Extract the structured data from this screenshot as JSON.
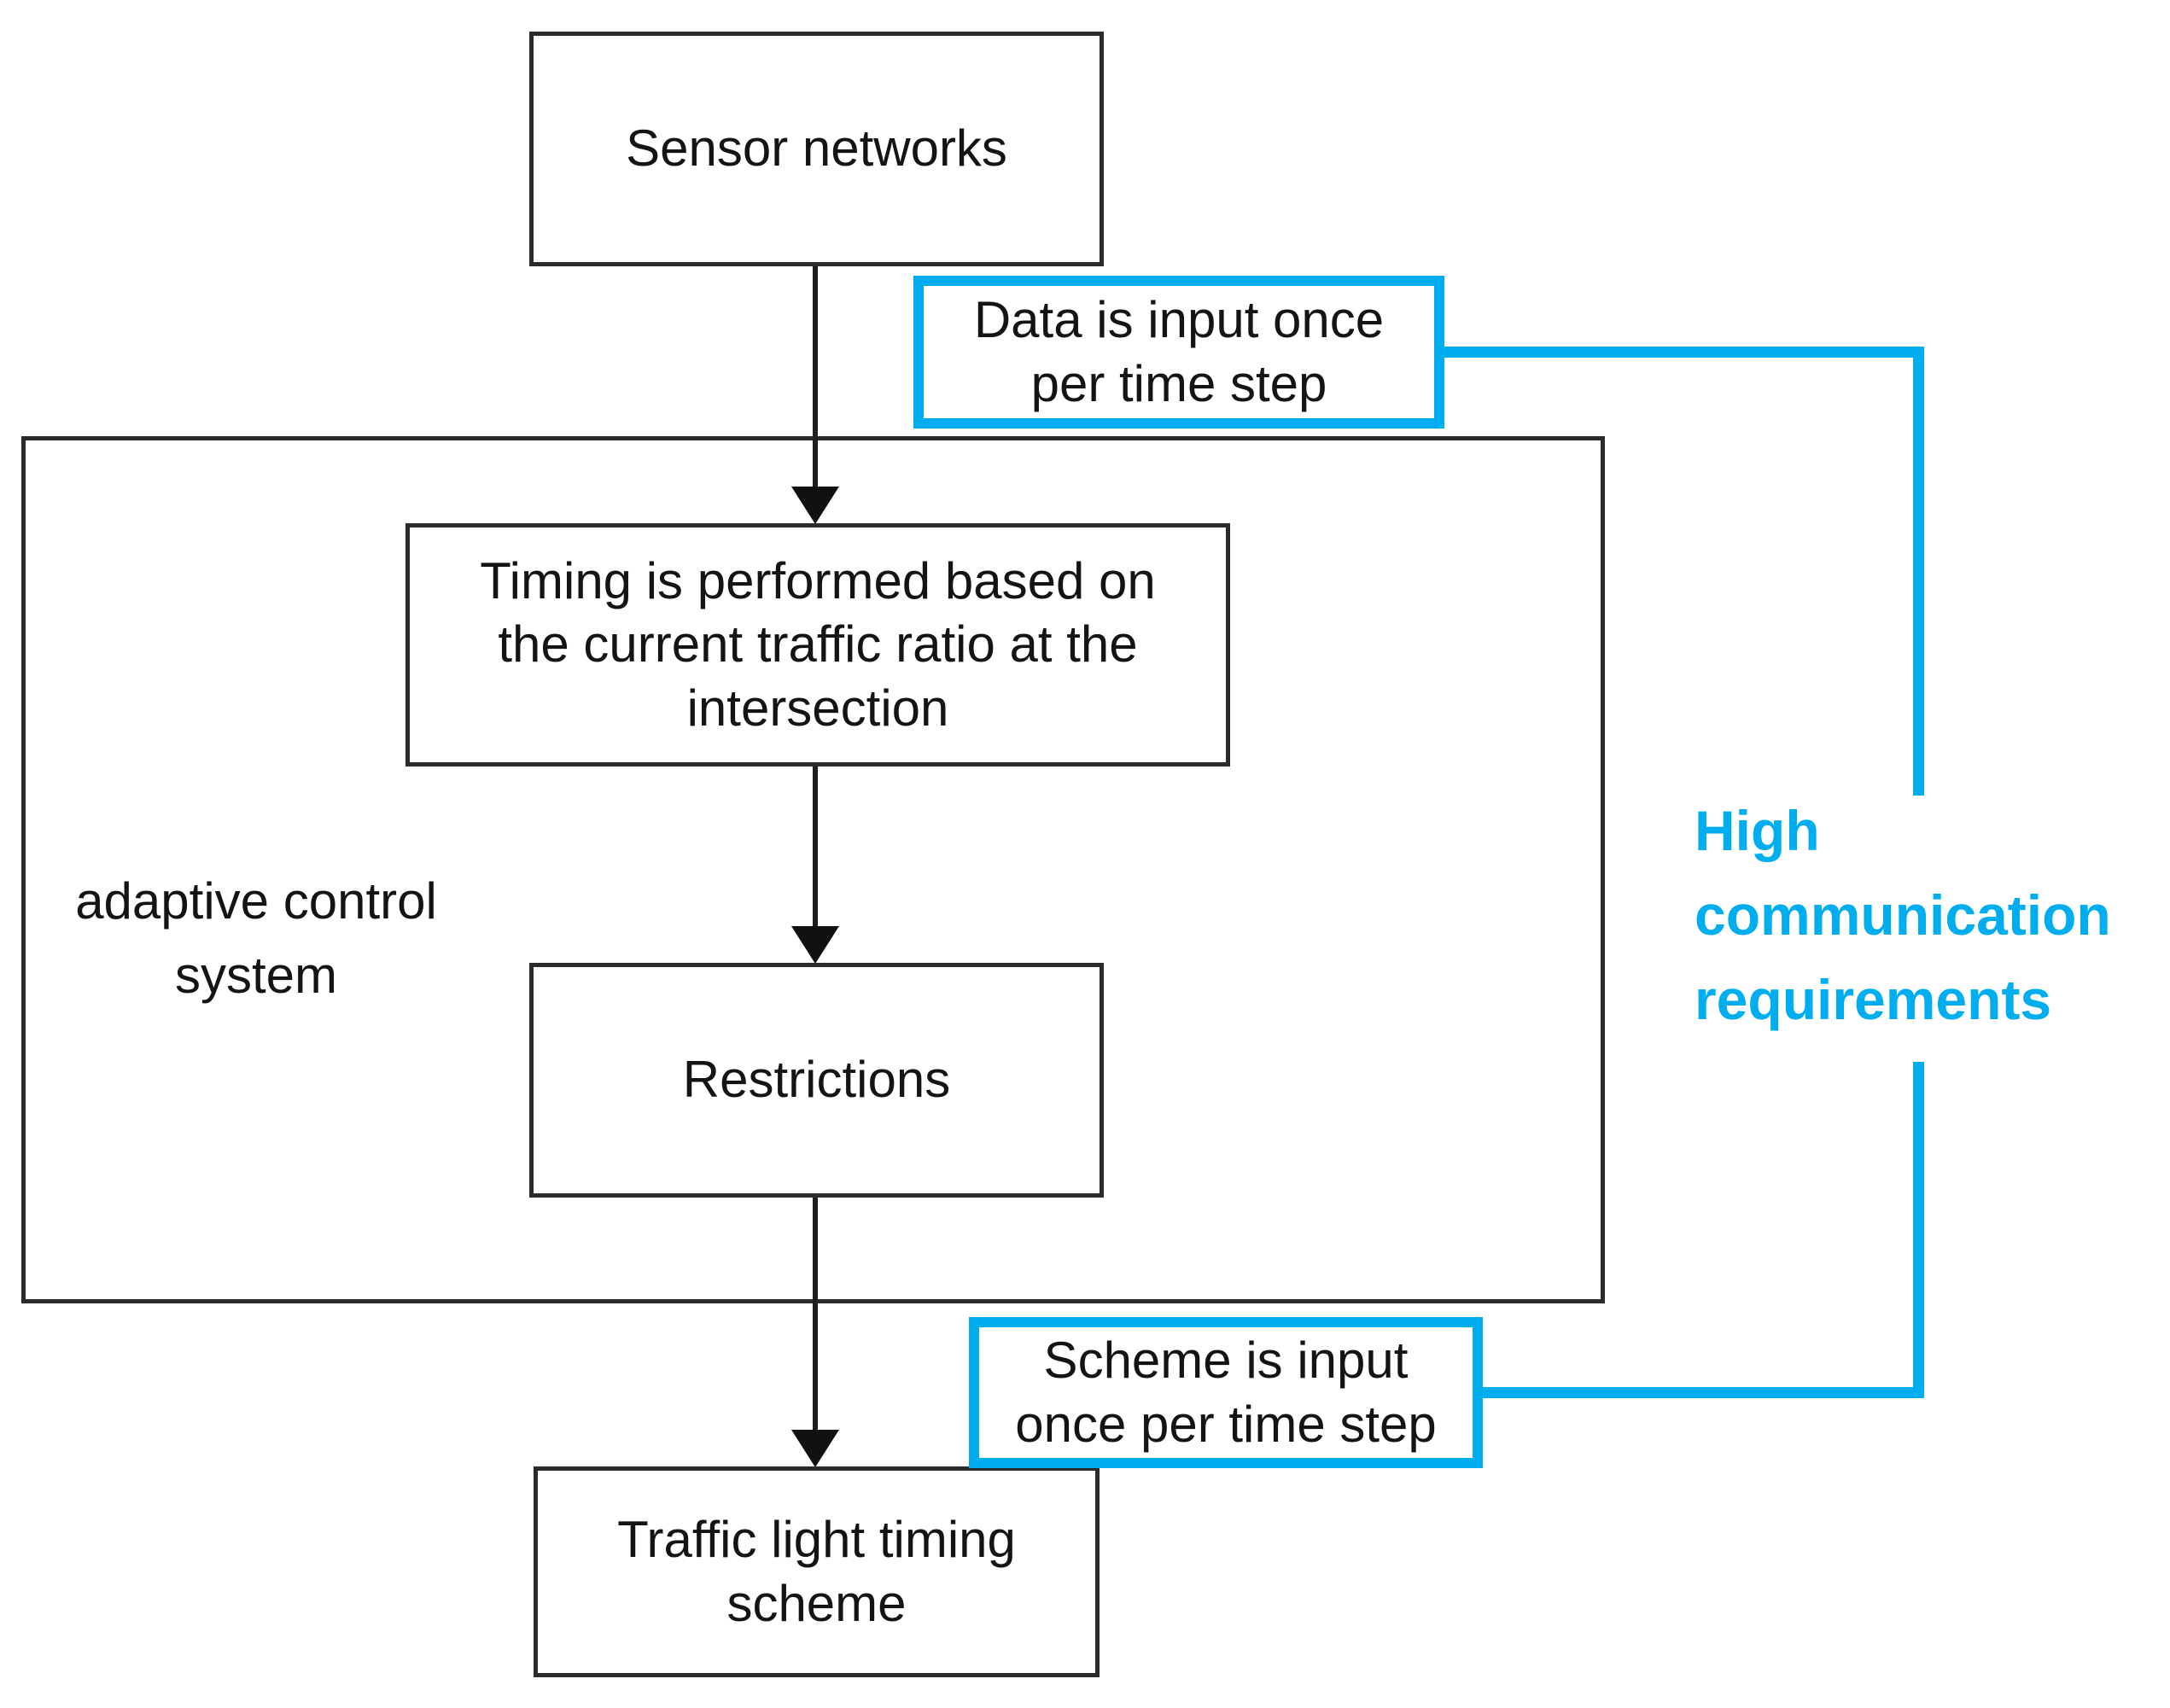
{
  "colors": {
    "accent_cyan": "#00AEEF",
    "line_black": "#2B2B2B",
    "text_black": "#141414"
  },
  "nodes": {
    "sensor": {
      "label": "Sensor networks"
    },
    "timing": {
      "label": "Timing is performed based on\nthe current traffic ratio at the\nintersection"
    },
    "restrictions": {
      "label": "Restrictions"
    },
    "traffic_light": {
      "label": "Traffic light timing\nscheme"
    }
  },
  "container": {
    "label": "adaptive control\nsystem"
  },
  "callouts": {
    "data_input": {
      "label": "Data is input once\nper time step"
    },
    "scheme_input": {
      "label": "Scheme is input\nonce per time step"
    }
  },
  "annotation": {
    "high_comm": {
      "label": "High\ncommunication\nrequirements"
    }
  }
}
